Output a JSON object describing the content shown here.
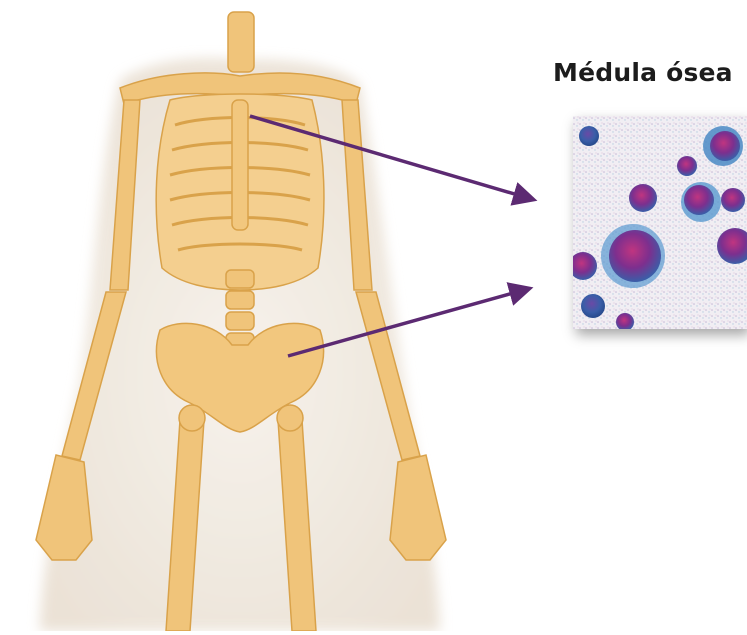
{
  "title": "Médula ósea",
  "colors": {
    "bone": "#f0c47a",
    "bone_dark": "#d9a24a",
    "bone_light": "#f9dfae",
    "body_shadow": "#efe7dd",
    "arrow": "#5c2a72",
    "cell_purple": "#7d2f8e",
    "cell_blue": "#3a5ea8",
    "cell_magenta": "#c03580"
  },
  "icons": [
    "skeleton-figure",
    "arrow",
    "bone-marrow-cells"
  ]
}
